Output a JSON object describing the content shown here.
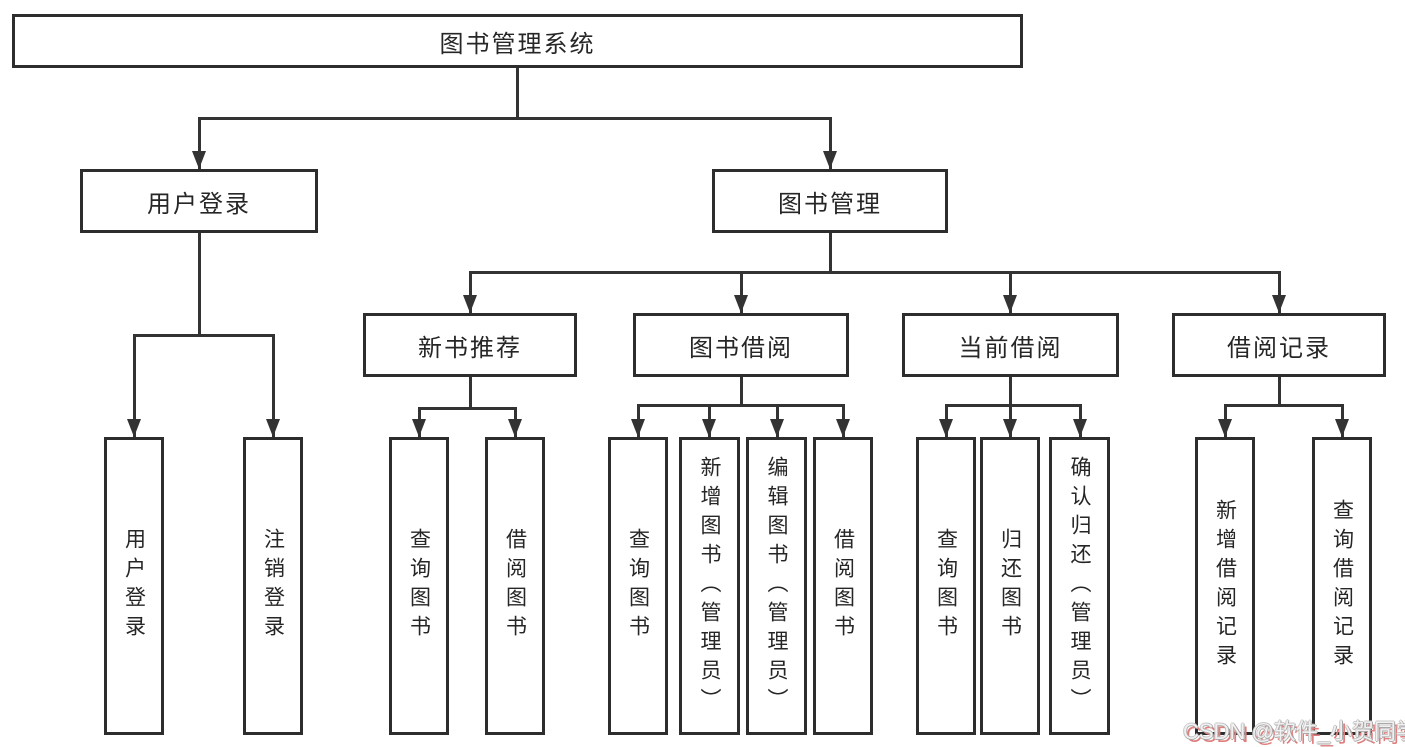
{
  "tree": {
    "root": "图书管理系统",
    "branches": [
      {
        "label": "用户登录",
        "children": [
          "用户登录",
          "注销登录"
        ]
      },
      {
        "label": "图书管理",
        "children": [
          {
            "label": "新书推荐",
            "children": [
              "查询图书",
              "借阅图书"
            ]
          },
          {
            "label": "图书借阅",
            "children": [
              "查询图书",
              "新增图书（管理员）",
              "编辑图书（管理员）",
              "借阅图书"
            ]
          },
          {
            "label": "当前借阅",
            "children": [
              "查询图书",
              "归还图书",
              "确认归还（管理员）"
            ]
          },
          {
            "label": "借阅记录",
            "children": [
              "新增借阅记录",
              "查询借阅记录"
            ]
          }
        ]
      }
    ]
  },
  "watermark": {
    "text": "CSDN @软件_小贺同学"
  },
  "colors": {
    "line": "#333333",
    "box_border": "#2d2d2d",
    "text": "#262626",
    "background": "#ffffff",
    "watermark_fill": "#f1f1f1",
    "watermark_shadow": "#e07d7d"
  }
}
